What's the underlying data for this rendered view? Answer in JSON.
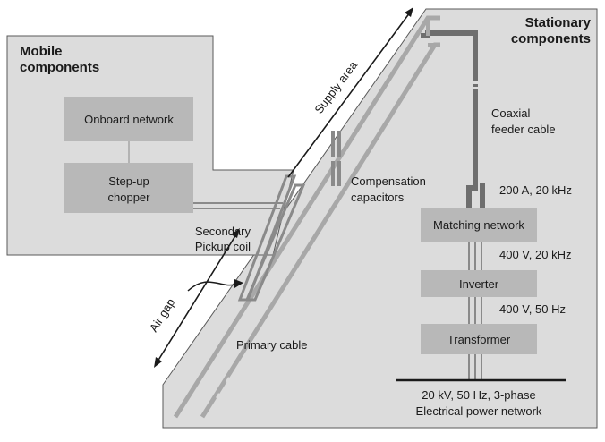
{
  "mobile": {
    "title_line1": "Mobile",
    "title_line2": "components",
    "onboard_network": "Onboard network",
    "stepup_line1": "Step-up",
    "stepup_line2": "chopper",
    "pickup_line1": "Secondary",
    "pickup_line2": "Pickup coil"
  },
  "stationary": {
    "title_line1": "Stationary",
    "title_line2": "components",
    "coax_line1": "Coaxial",
    "coax_line2": "feeder cable",
    "comp_line1": "Compensation",
    "comp_line2": "capacitors",
    "current_label": "200 A, 20 kHz",
    "matching_network": "Matching network",
    "voltage_hf": "400 V, 20 kHz",
    "inverter": "Inverter",
    "voltage_lf": "400 V, 50 Hz",
    "transformer": "Transformer",
    "grid_line1": "20 kV, 50 Hz, 3-phase",
    "grid_line2": "Electrical power network"
  },
  "track": {
    "supply_area": "Supply area",
    "air_gap": "Air gap",
    "primary_cable": "Primary cable"
  },
  "colors": {
    "panel_fill": "#dcdcdc",
    "panel_stroke": "#5a5a5a",
    "box_fill": "#b8b8b8",
    "cable_light": "#a8a8a8",
    "cable_dark": "#6e6e6e",
    "text": "#1a1a1a"
  }
}
